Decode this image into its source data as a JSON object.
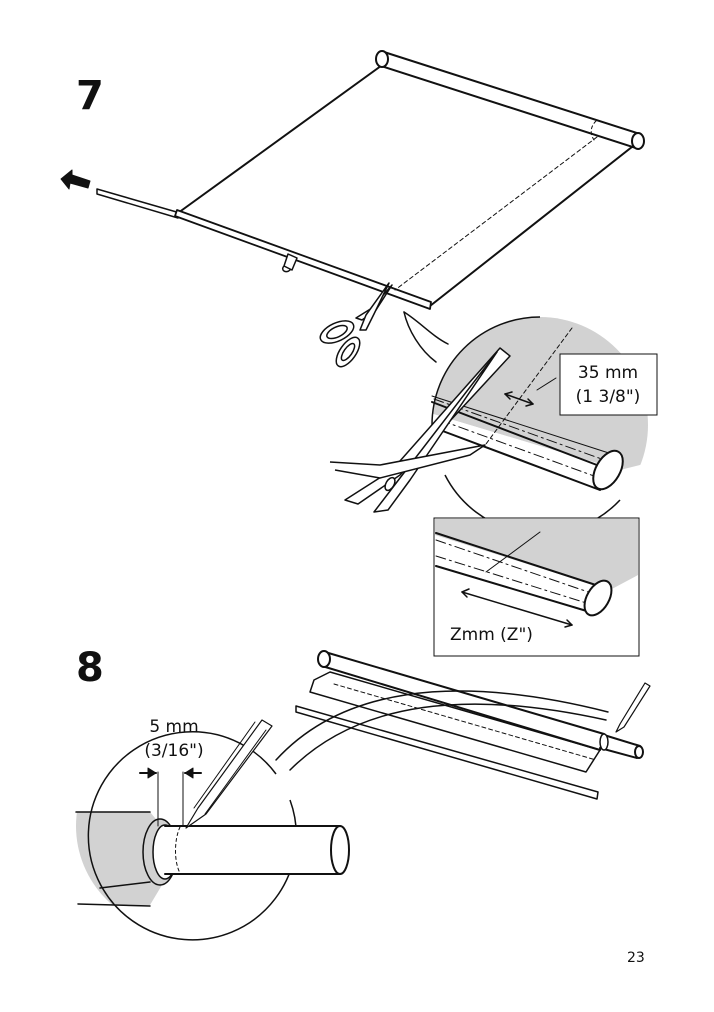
{
  "step7": {
    "number": "7",
    "measure_metric": "35 mm",
    "measure_imperial": "(1 3/8\")",
    "variable_measure": "Zmm (Z\")"
  },
  "step8": {
    "number": "8",
    "measure_metric": "5 mm",
    "measure_imperial": "(3/16\")"
  },
  "page_number": "23",
  "colors": {
    "line": "#111111",
    "shade": "#d2d2d2",
    "paper": "#ffffff"
  }
}
